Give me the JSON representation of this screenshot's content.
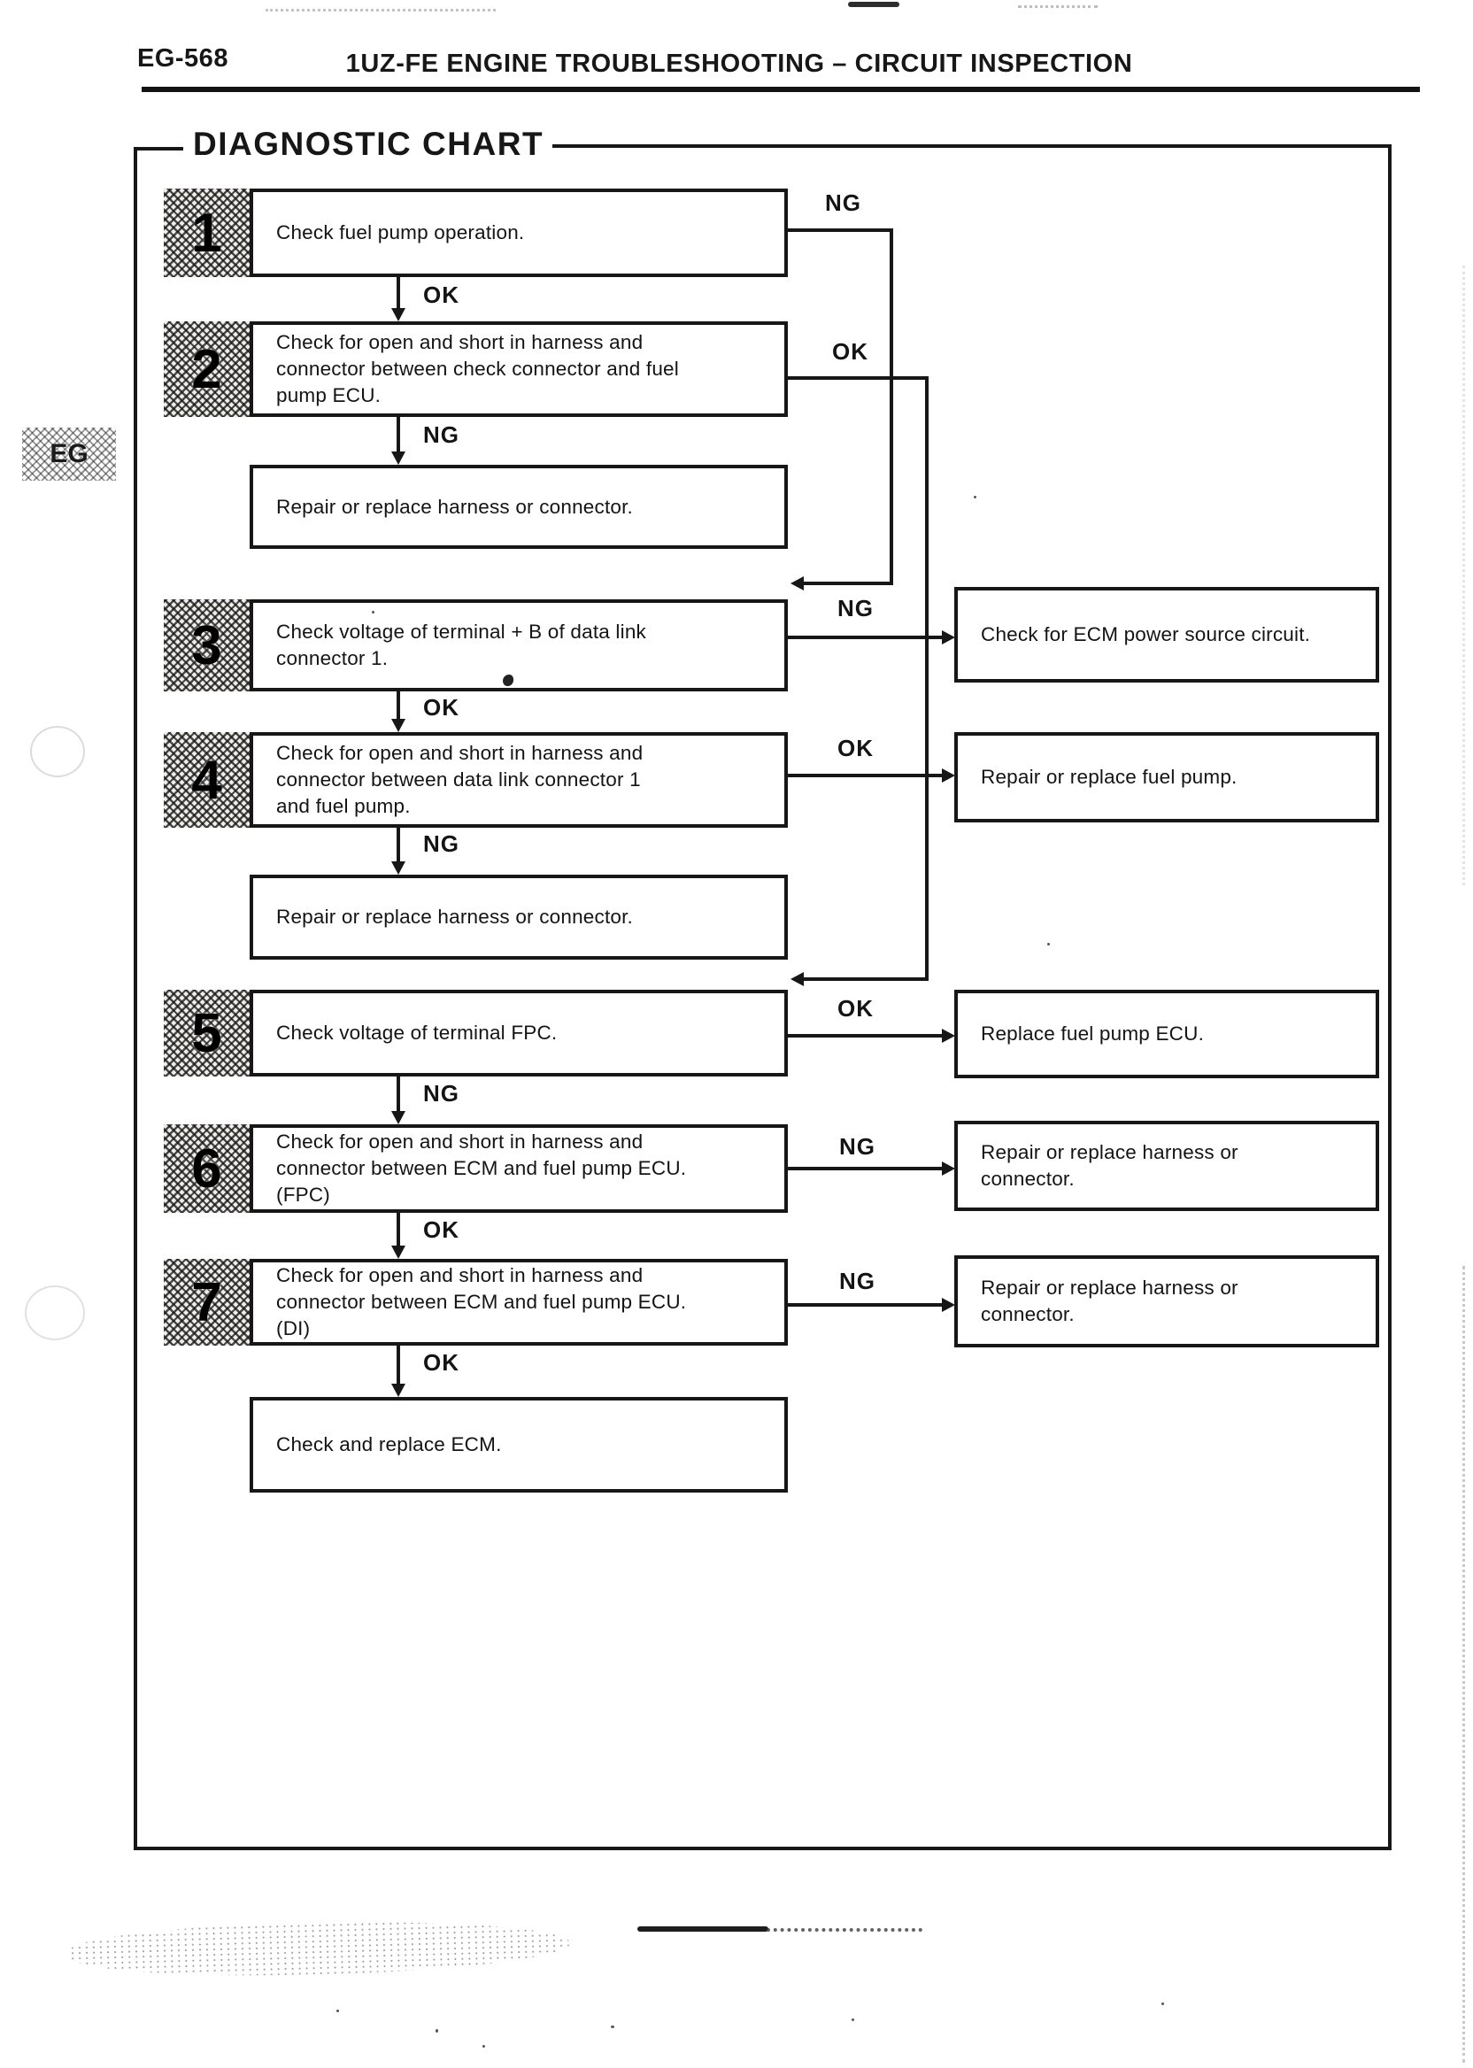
{
  "page": {
    "number": "EG-568",
    "header": "1UZ-FE ENGINE TROUBLESHOOTING – CIRCUIT INSPECTION",
    "side_tab": "EG",
    "chart_title": "DIAGNOSTIC CHART"
  },
  "steps": [
    {
      "num": "1",
      "text": "Check fuel pump operation."
    },
    {
      "num": "2",
      "text": "Check for open and short in harness and\nconnector between check connector and fuel\npump ECU."
    },
    {
      "num": "3",
      "text": "Check voltage of terminal + B of data link\nconnector 1."
    },
    {
      "num": "4",
      "text": "Check for open and short in harness and\nconnector between data link connector 1\nand fuel pump."
    },
    {
      "num": "5",
      "text": "Check voltage of terminal FPC."
    },
    {
      "num": "6",
      "text": "Check for open and short in harness and\nconnector between ECM and fuel pump ECU.\n(FPC)"
    },
    {
      "num": "7",
      "text": "Check for open and short in harness and\nconnector between ECM and fuel pump ECU.\n(DI)"
    }
  ],
  "results": {
    "repair_harness_1": "Repair or replace harness or connector.",
    "ecm_power": "Check for ECM power source circuit.",
    "repair_fuel_pump": "Repair or replace fuel pump.",
    "repair_harness_2": "Repair or replace harness or connector.",
    "replace_ecu": "Replace fuel pump ECU.",
    "repair_harness_3": "Repair or replace harness or\nconnector.",
    "repair_harness_4": "Repair or replace harness or\nconnector.",
    "check_replace_ecm": "Check and replace ECM."
  },
  "edges": [
    {
      "from": "step1",
      "outcome": "right",
      "label": "NG"
    },
    {
      "from": "step1",
      "outcome": "down",
      "label": "OK"
    },
    {
      "from": "step2",
      "outcome": "right",
      "label": "OK"
    },
    {
      "from": "step2",
      "outcome": "down",
      "label": "NG"
    },
    {
      "from": "step3",
      "outcome": "right",
      "label": "NG"
    },
    {
      "from": "step3",
      "outcome": "down",
      "label": "OK"
    },
    {
      "from": "step4",
      "outcome": "right",
      "label": "OK"
    },
    {
      "from": "step4",
      "outcome": "down",
      "label": "NG"
    },
    {
      "from": "step5",
      "outcome": "right",
      "label": "OK"
    },
    {
      "from": "step5",
      "outcome": "down",
      "label": "NG"
    },
    {
      "from": "step6",
      "outcome": "right",
      "label": "NG"
    },
    {
      "from": "step6",
      "outcome": "down",
      "label": "OK"
    },
    {
      "from": "step7",
      "outcome": "right",
      "label": "NG"
    },
    {
      "from": "step7",
      "outcome": "down",
      "label": "OK"
    }
  ]
}
